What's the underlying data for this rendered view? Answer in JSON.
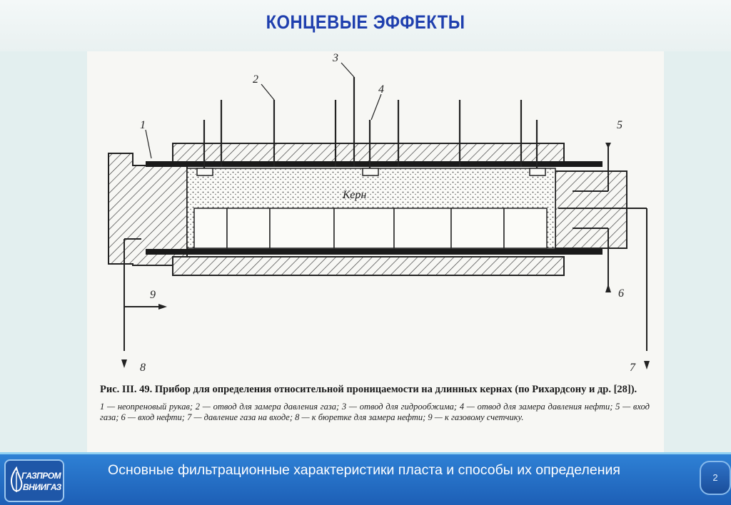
{
  "slide": {
    "title": "КОНЦЕВЫЕ ЭФФЕКТЫ",
    "footer_text": "Основные фильтрационные характеристики пласта и способы их определения",
    "page_number": "2"
  },
  "logo": {
    "line1": "ГАЗПРОМ",
    "line2": "ВНИИГАЗ"
  },
  "figure": {
    "core_label": "Керн",
    "callouts": [
      "1",
      "2",
      "3",
      "4",
      "5",
      "6",
      "7",
      "8",
      "9"
    ],
    "caption_main": "Рис. III. 49. Прибор для определения относительной проницаемости на длинных кернах (по Рихардсону и др. [28]).",
    "caption_legend": "1 — неопреновый рукав; 2 — отвод для замера давления газа; 3 — отвод для гидрообжима; 4 — отвод для замера давления нефти; 5 — вход газа; 6 — вход нефти; 7 — давление газа на входе; 8 — к бюретке для замера нефти; 9 — к газовому счетчику."
  },
  "colors": {
    "title": "#1f3fae",
    "footer": "#2f82d6",
    "side_panels": "#e3efef"
  }
}
